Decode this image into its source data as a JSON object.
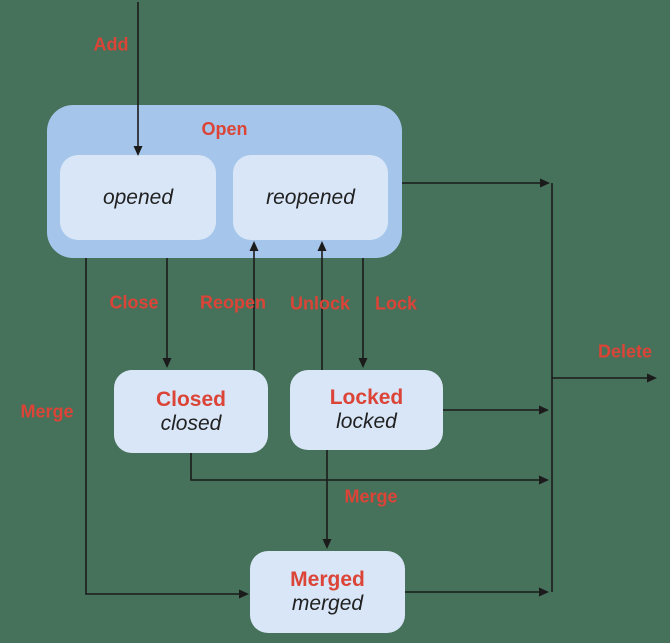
{
  "theme": {
    "bg": "#46715A",
    "container-fill": "#A5C6EA",
    "state-fill": "#D8E6F7",
    "accent-red": "#DB4437",
    "line": "#1b1b1b",
    "text-dark": "#212121"
  },
  "diagram": {
    "open_group": {
      "label": "Open",
      "states": {
        "opened": "opened",
        "reopened": "reopened"
      }
    },
    "nodes": {
      "closed": {
        "title": "Closed",
        "state": "closed"
      },
      "locked": {
        "title": "Locked",
        "state": "locked"
      },
      "merged": {
        "title": "Merged",
        "state": "merged"
      }
    },
    "edges": {
      "add": "Add",
      "close": "Close",
      "reopen": "Reopen",
      "unlock": "Unlock",
      "lock": "Lock",
      "merge_left": "Merge",
      "merge_mid": "Merge",
      "delete": "Delete"
    }
  }
}
